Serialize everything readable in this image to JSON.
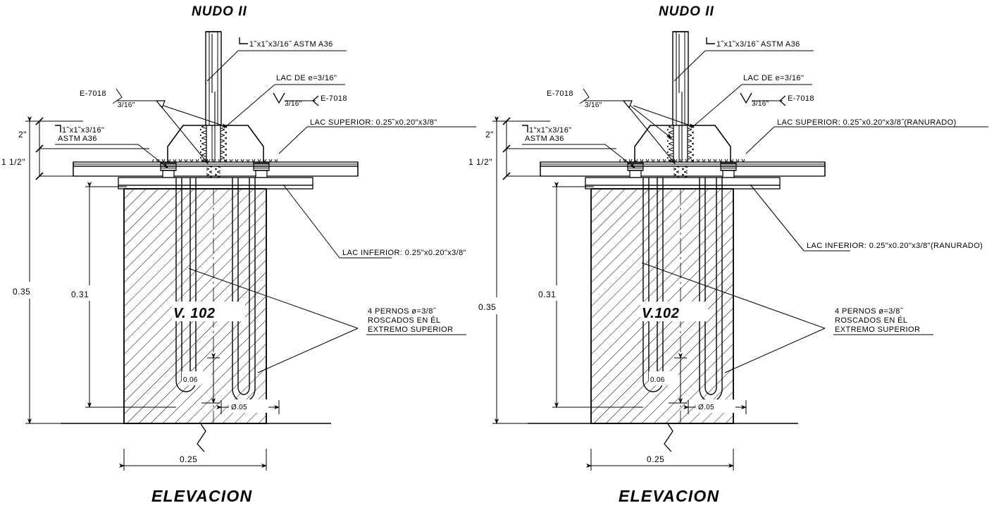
{
  "drawing": {
    "title_left": "NUDO II",
    "title_right": "NUDO II",
    "caption_left": "ELEVACION",
    "caption_right": "ELEVACION",
    "block_label_left": "V. 102",
    "block_label_right": "V.102",
    "sheet_background": "#ffffff",
    "line_color": "#000000"
  },
  "left_view": {
    "annotations": {
      "angle_top": "1˜x1˜x3/16˝  ASTM  A36",
      "lac_de": "LAC  DE  e=3/16\"",
      "weld_size": "3/16\"",
      "weld_electrode": "E-7018",
      "electrode_left": "E-7018",
      "weld_leg_left": "3/16\"",
      "angle_left_line1": "1˜x1˜x3/16\"",
      "angle_left_line2": "ASTM  A36",
      "lac_superior": "LAC  SUPERIOR:  0.25˜x0.20\"x3/8\"",
      "lac_inferior": "LAC  INFERIOR:  0.25\"x0.20\"x3/8\"",
      "pernos_line1": "4  PERNOS  ø=3/8˝",
      "pernos_line2": "ROSCADOS  EN  ÉL",
      "pernos_line3": "EXTREMO  SUPERIOR"
    },
    "dimensions": {
      "height_total": "0.35",
      "height_inner": "0.31",
      "plate_gap_upper": "2\"",
      "plate_gap_lower": "1  1/2\"",
      "anchor_depth": "0.06",
      "anchor_spacing": "Ø.05",
      "width_base": "0.25"
    }
  },
  "right_view": {
    "annotations": {
      "angle_top": "1˜x1˜x3/16˝  ASTM  A36",
      "lac_de": "LAC  DE  e=3/16\"",
      "weld_size": "3/16\"",
      "weld_electrode": "E-7018",
      "electrode_left": "E-7018",
      "weld_leg_left": "3/16\"",
      "angle_left_line1": "1\"x1˜x3/16\"",
      "angle_left_line2": "ASTM  A36",
      "lac_superior": "LAC  SUPERIOR:  0.25˜x0.20\"x3/8˝(RANURADO)",
      "lac_inferior": "LAC  INFERIOR:  0.25\"x0.20\"x3/8\"(RANURADO)",
      "pernos_line1": "4  PERNOS  ø=3/8˝",
      "pernos_line2": "ROSCADOS  EN  ÉL",
      "pernos_line3": "EXTREMO  SUPERIOR"
    },
    "dimensions": {
      "height_total": "0.35",
      "height_inner": "0.31",
      "plate_gap_upper": "2\"",
      "plate_gap_lower": "1  1/2\"",
      "anchor_depth": "0.06",
      "anchor_spacing": "Ø.05",
      "width_base": "0.25"
    }
  }
}
